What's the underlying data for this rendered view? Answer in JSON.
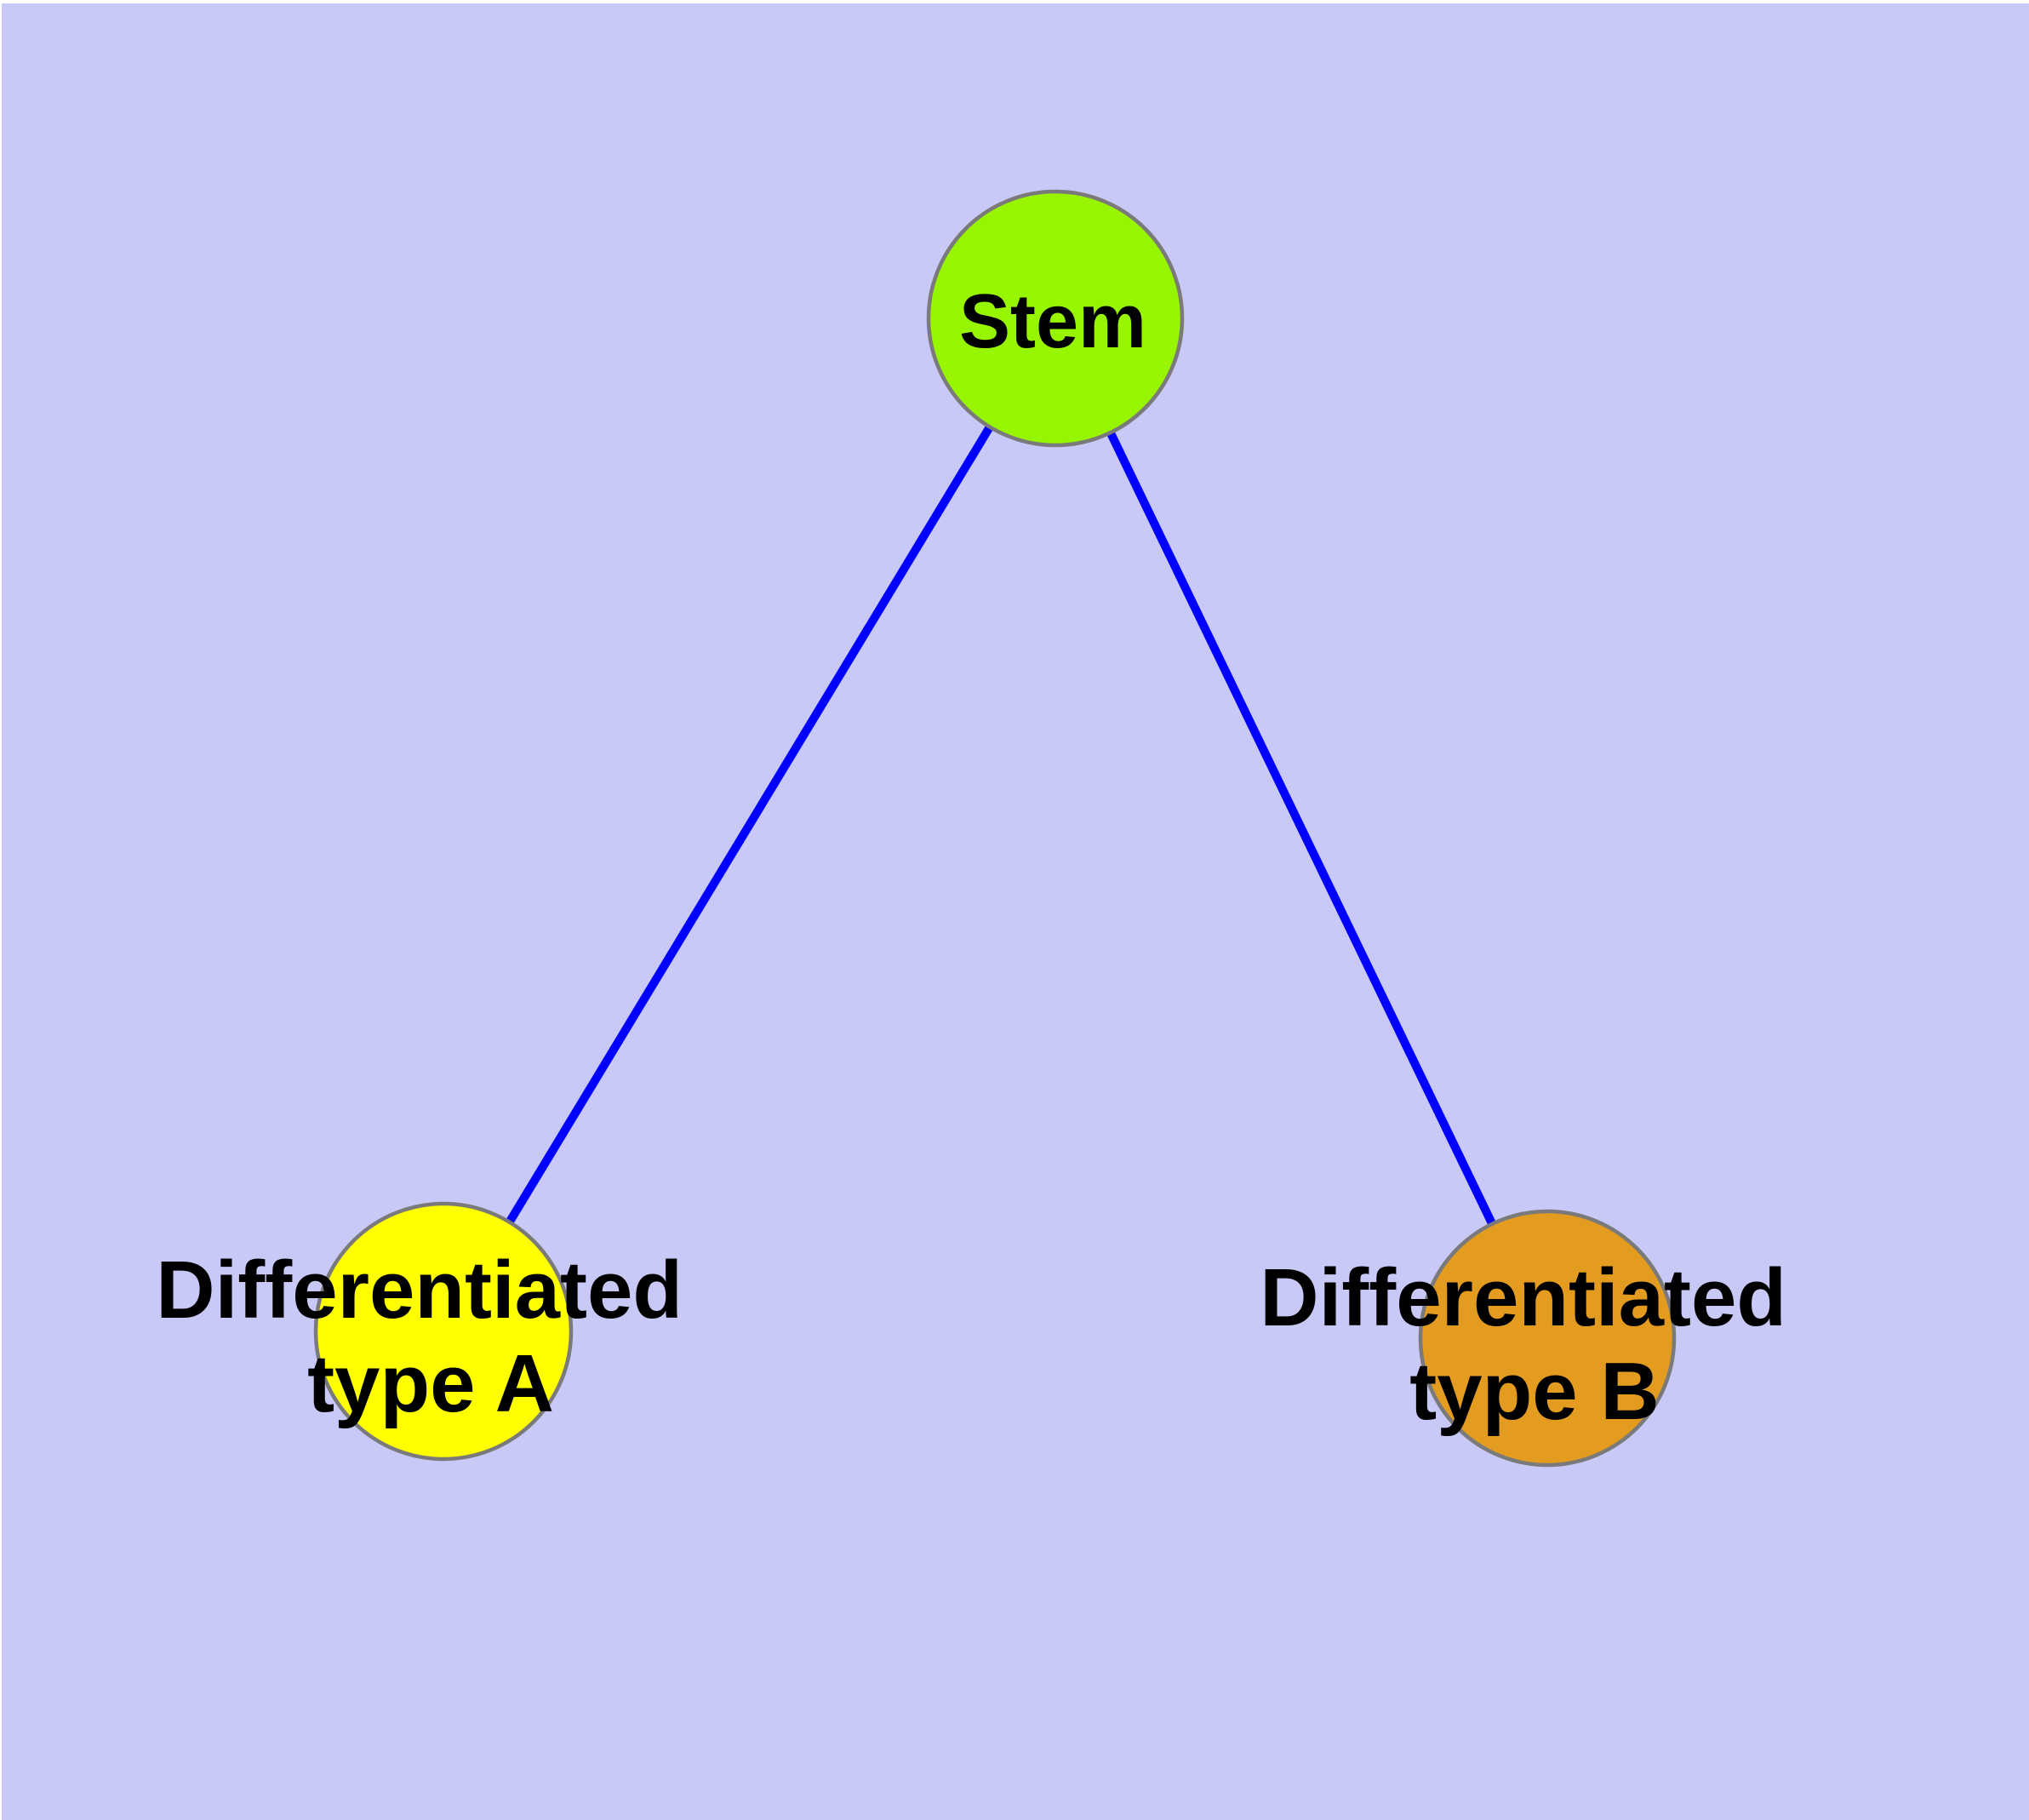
{
  "diagram": {
    "type": "node-link-graph",
    "colors": {
      "canvas_margin": "#FFFFFF",
      "background": "#C9C9F8",
      "edge": "#0000FF",
      "node_border": "#7A7A7A",
      "label": "#000000"
    },
    "nodes": [
      {
        "id": "stem",
        "label": "Stem",
        "fill": "#98F500"
      },
      {
        "id": "differentiated-type-a",
        "label": "Differentiated type A",
        "label_lines": [
          "Differentiated",
          "type A"
        ],
        "fill": "#FFFF00"
      },
      {
        "id": "differentiated-type-b",
        "label": "Differentiated type B",
        "label_lines": [
          "Differentiated",
          "type B"
        ],
        "fill": "#E39C20"
      }
    ],
    "edges": [
      {
        "from": "Stem",
        "to": "Differentiated type A"
      },
      {
        "from": "Stem",
        "to": "Differentiated type B"
      }
    ]
  }
}
